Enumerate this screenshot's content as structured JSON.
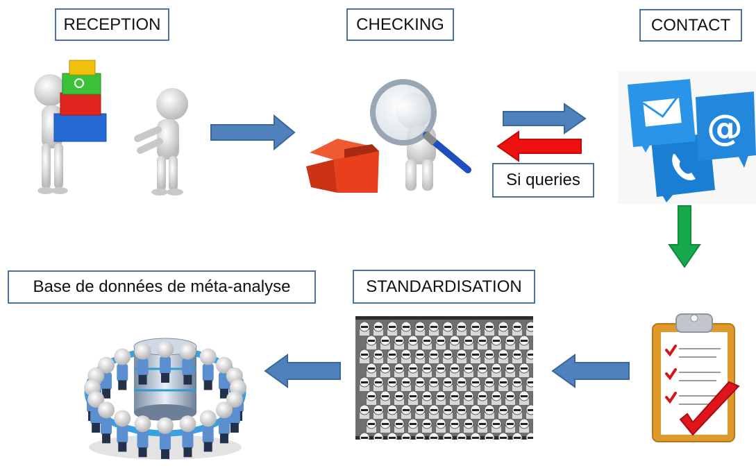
{
  "labels": {
    "reception": "RECEPTION",
    "checking": "CHECKING",
    "contact": "CONTACT",
    "si_queries": "Si queries",
    "standardisation": "STANDARDISATION",
    "database": "Base de données de méta-analyse"
  },
  "colors": {
    "box_border": "#4a6fa5",
    "arrow_blue": "#4f81bd",
    "arrow_red": "#ee1111",
    "arrow_green": "#16a84a",
    "tile_blue": "#1c86d9"
  },
  "icons": {
    "email": "email-icon",
    "at_sign": "at-icon",
    "phone": "phone-icon"
  }
}
